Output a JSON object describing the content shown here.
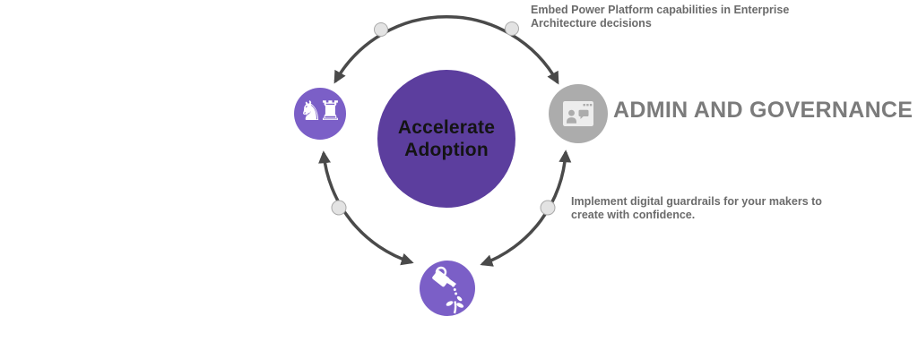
{
  "diagram": {
    "center": {
      "label": "Accelerate\nAdoption"
    },
    "nodes": {
      "strategy": {
        "icon": "chess-pieces-icon",
        "glyphs": "♞♜"
      },
      "admin": {
        "icon": "app-window-user-icon",
        "heading": "ADMIN AND GOVERNANCE"
      },
      "nurture": {
        "icon": "watering-can-icon"
      }
    },
    "annotations": {
      "embed": "Embed Power Platform capabilities in Enterprise\nArchitecture decisions",
      "guardrails": "Implement digital guardrails for your makers to\ncreate with confidence."
    },
    "colors": {
      "center_circle": "#5C3E9E",
      "satellite_purple": "#7B5FC7",
      "satellite_gray": "#ACACAC",
      "window_fill": "#EDEDED",
      "arrow": "#4A4A4A",
      "dot_fill": "#E3E3E3",
      "dot_stroke": "#A9A9A9",
      "heading_text": "#7B7B7B",
      "body_text": "#6B6B6B",
      "center_text": "#141414",
      "icon_fg": "#FFFFFF"
    }
  }
}
